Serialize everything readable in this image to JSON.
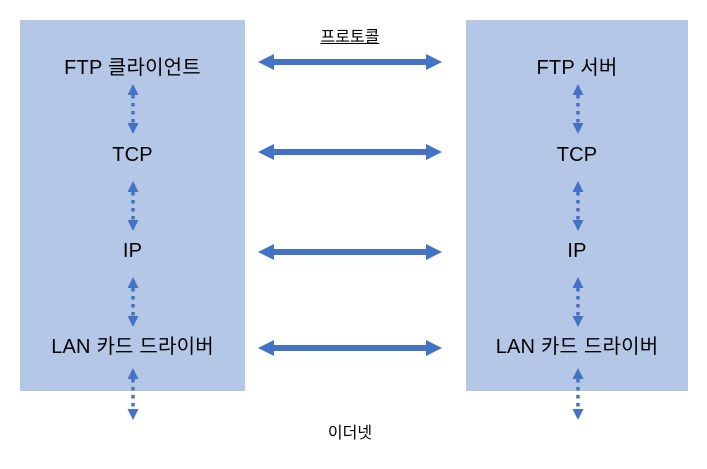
{
  "diagram": {
    "title_middle_top": "프로토콜",
    "title_middle_bottom": "이더넷",
    "colors": {
      "box_fill": "#B4C7E7",
      "arrow_solid": "#4472C4",
      "arrow_dotted": "#4472C4",
      "text": "#000000",
      "background": "#FFFFFF"
    },
    "left_host": {
      "name": "FTP client stack",
      "layers": [
        {
          "label": "FTP 클라이언트"
        },
        {
          "label": "TCP"
        },
        {
          "label": "IP"
        },
        {
          "label": "LAN 카드 드라이버"
        }
      ]
    },
    "right_host": {
      "name": "FTP server stack",
      "layers": [
        {
          "label": "FTP 서버"
        },
        {
          "label": "TCP"
        },
        {
          "label": "IP"
        },
        {
          "label": "LAN 카드 드라이버"
        }
      ]
    },
    "horizontal_links": [
      {
        "label": "프로토콜"
      },
      {
        "label": ""
      },
      {
        "label": ""
      },
      {
        "label": ""
      }
    ]
  }
}
